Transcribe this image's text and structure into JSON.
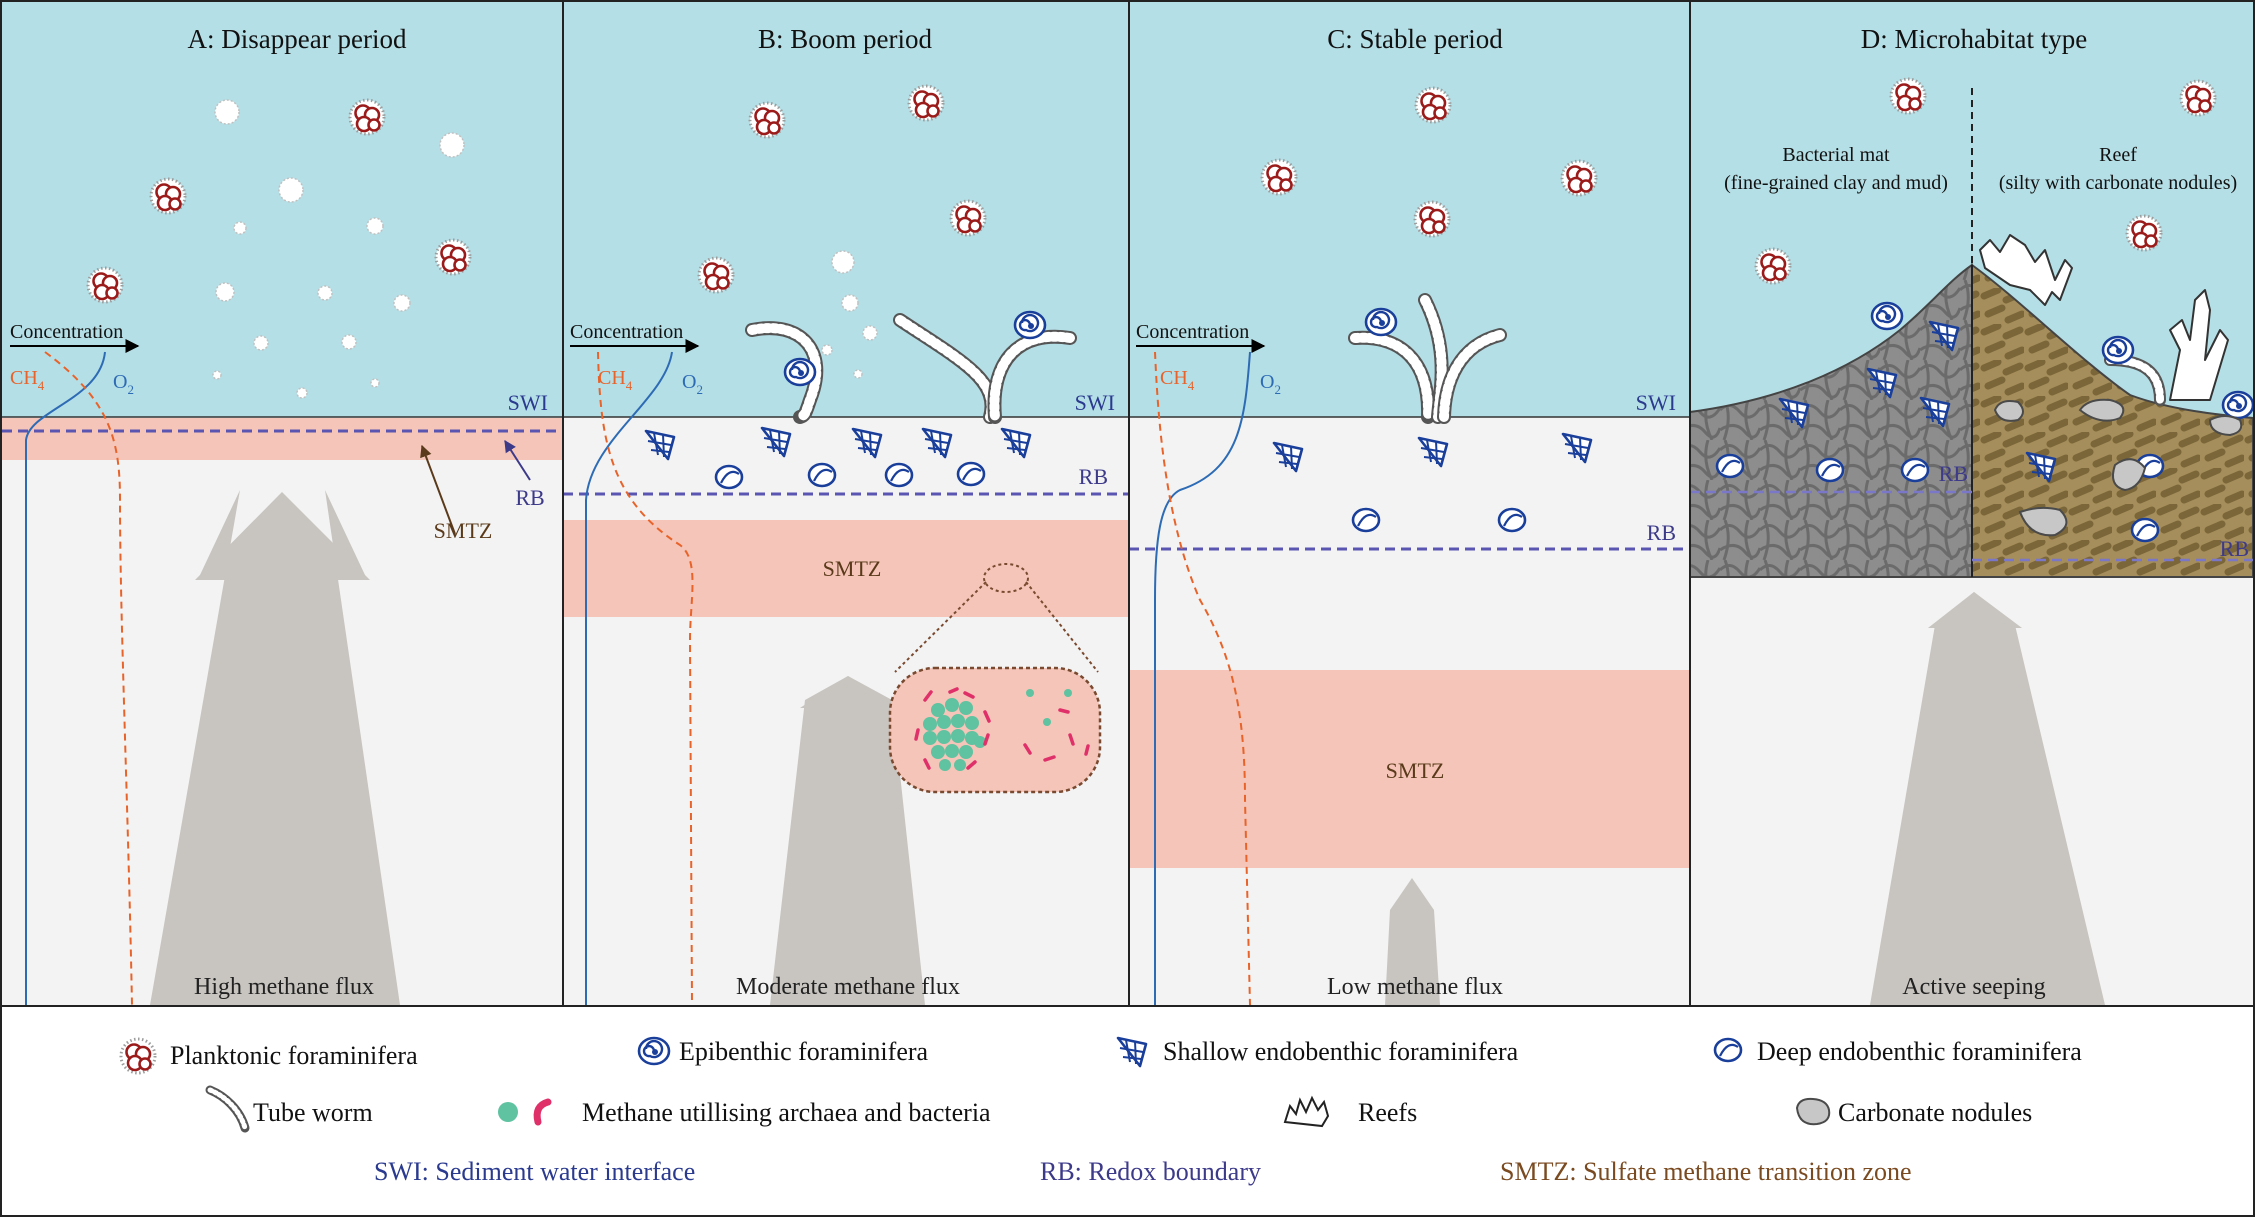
{
  "panels": [
    {
      "title": "A: Disappear period",
      "flux_label": "High methane flux",
      "concentration": "Concentration",
      "ch4": "CH",
      "o2": "O",
      "swi": "SWI",
      "rb": "RB",
      "smtz": "SMTZ"
    },
    {
      "title": "B: Boom period",
      "flux_label": "Moderate methane flux",
      "concentration": "Concentration",
      "ch4": "CH",
      "o2": "O",
      "swi": "SWI",
      "rb": "RB",
      "smtz": "SMTZ"
    },
    {
      "title": "C: Stable period",
      "flux_label": "Low methane flux",
      "concentration": "Concentration",
      "ch4": "CH",
      "o2": "O",
      "swi": "SWI",
      "rb": "RB",
      "smtz": "SMTZ"
    },
    {
      "title": "D: Microhabitat type",
      "flux_label": "Active seeping",
      "rb": "RB",
      "left_label_1": "Bacterial mat",
      "left_label_2": "(fine-grained clay and mud)",
      "right_label_1": "Reef",
      "right_label_2": "(silty with carbonate nodules)"
    }
  ],
  "subscripts": {
    "ch4": "4",
    "o2": "2"
  },
  "legend": {
    "planktonic": "Planktonic foraminifera",
    "epibenthic": "Epibenthic foraminifera",
    "shallow": "Shallow endobenthic foraminifera",
    "deep": "Deep endobenthic foraminifera",
    "tubeworm": "Tube worm",
    "archaea": "Methane utillising archaea and bacteria",
    "reefs": "Reefs",
    "nodules": "Carbonate nodules",
    "swi_def": "SWI: Sediment water interface",
    "rb_def": "RB: Redox boundary",
    "smtz_def": "SMTZ: Sulfate methane transition zone"
  },
  "colors": {
    "water": "#b5dfe6",
    "sediment": "#f3f3f3",
    "smtz": "#f4c5b8",
    "seep": "#c8c5c0",
    "planktonic": "#9b1b1b",
    "benthic": "#1a3f9b",
    "ch4": "#e8632a",
    "o2": "#2d6bb5",
    "rb": "#5a55b0",
    "smtz_text": "#7a4a20",
    "mat": "#8e8e8e",
    "reef": "#a08b5a"
  }
}
